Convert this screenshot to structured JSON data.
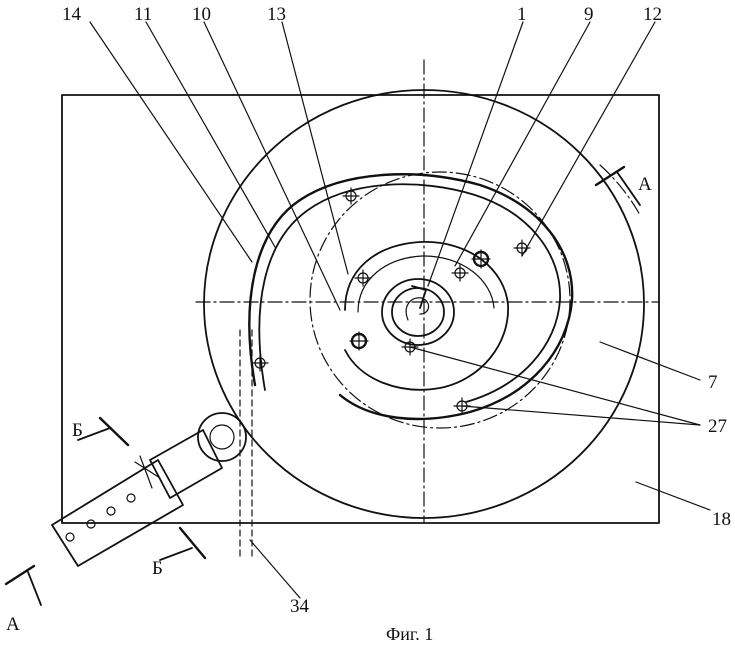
{
  "labels": {
    "l14": "14",
    "l11": "11",
    "l10": "10",
    "l13": "13",
    "l1": "1",
    "l9": "9",
    "l12": "12",
    "l7": "7",
    "l27": "27",
    "l18": "18",
    "l34": "34",
    "section_a_top": "А",
    "section_a_bottom": "А",
    "section_b_left": "Б",
    "section_b_right": "Б"
  },
  "caption": "Фиг. 1"
}
